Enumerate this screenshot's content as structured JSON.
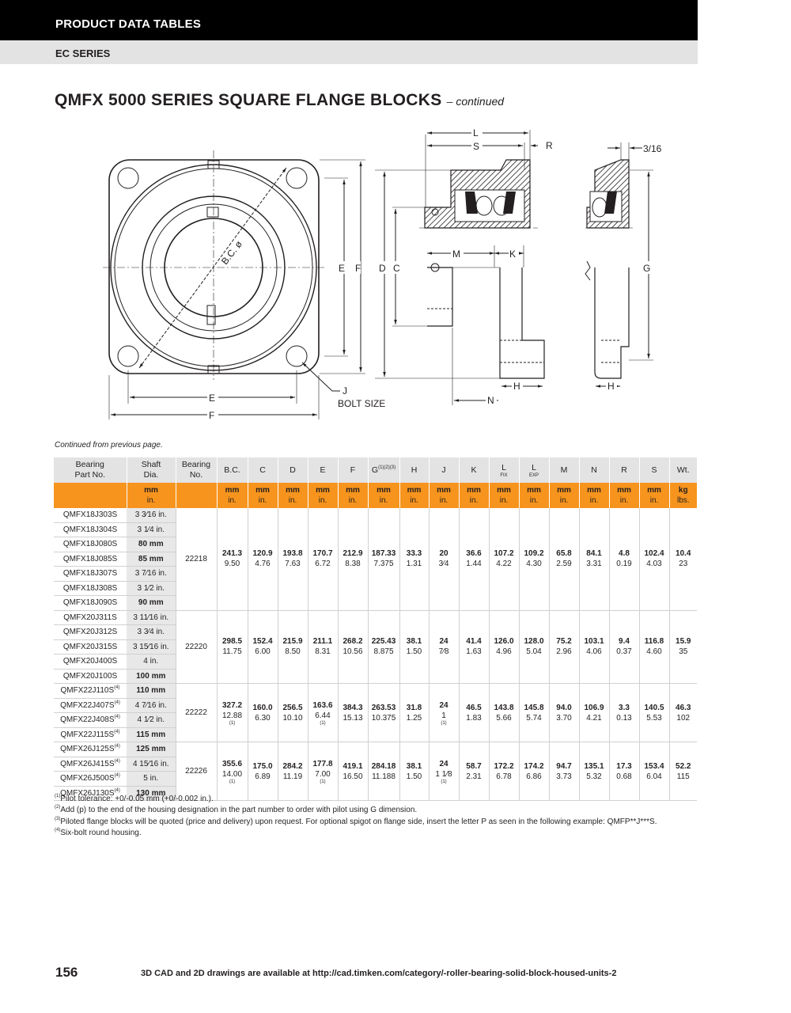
{
  "header": {
    "title": "PRODUCT DATA TABLES",
    "subtitle": "EC SERIES"
  },
  "page_title": {
    "main": "QMFX 5000 SERIES SQUARE FLANGE BLOCKS",
    "continued": "– continued"
  },
  "diagram_labels": {
    "bc": "B.C. ø",
    "e": "E",
    "f": "F",
    "j": "J",
    "bolt_size": "BOLT SIZE",
    "c": "C",
    "d": "D",
    "g": "G",
    "h": "H",
    "k": "K",
    "l": "L",
    "m": "M",
    "n": "N",
    "r": "R",
    "s": "S",
    "t316": "3/16"
  },
  "continued_note": "Continued from previous page.",
  "table": {
    "head": {
      "part": [
        "Bearing",
        "Part No."
      ],
      "shaft": [
        "Shaft",
        "Dia."
      ],
      "bearing": [
        "Bearing",
        "No."
      ],
      "bc": "B.C.",
      "c": "C",
      "d": "D",
      "e": "E",
      "f": "F",
      "g": "G",
      "g_sup": "(1)(2)(3)",
      "h": "H",
      "j": "J",
      "k": "K",
      "l": "L",
      "l_fix_sub": "FIX",
      "l_exp_sub": "EXP",
      "m": "M",
      "n": "N",
      "r": "R",
      "s": "S",
      "wt": "Wt."
    },
    "units": {
      "mm": "mm",
      "in": "in.",
      "kg": "kg",
      "lbs": "lbs."
    },
    "groups": [
      {
        "bearing_no": "22218",
        "rows": [
          {
            "part": "QMFX18J303S",
            "shaft": "3 3⁄16 in.",
            "bold": false
          },
          {
            "part": "QMFX18J304S",
            "shaft": "3 1⁄4 in.",
            "bold": false
          },
          {
            "part": "QMFX18J080S",
            "shaft": "80 mm",
            "bold": true
          },
          {
            "part": "QMFX18J085S",
            "shaft": "85 mm",
            "bold": true
          },
          {
            "part": "QMFX18J307S",
            "shaft": "3 7⁄16 in.",
            "bold": false
          },
          {
            "part": "QMFX18J308S",
            "shaft": "3 1⁄2 in.",
            "bold": false
          },
          {
            "part": "QMFX18J090S",
            "shaft": "90 mm",
            "bold": true
          }
        ],
        "vals": [
          [
            "241.3",
            "9.50"
          ],
          [
            "120.9",
            "4.76"
          ],
          [
            "193.8",
            "7.63"
          ],
          [
            "170.7",
            "6.72"
          ],
          [
            "212.9",
            "8.38"
          ],
          [
            "187.33",
            "7.375"
          ],
          [
            "33.3",
            "1.31"
          ],
          [
            "20",
            "3⁄4"
          ],
          [
            "36.6",
            "1.44"
          ],
          [
            "107.2",
            "4.22"
          ],
          [
            "109.2",
            "4.30"
          ],
          [
            "65.8",
            "2.59"
          ],
          [
            "84.1",
            "3.31"
          ],
          [
            "4.8",
            "0.19"
          ],
          [
            "102.4",
            "4.03"
          ],
          [
            "10.4",
            "23"
          ]
        ]
      },
      {
        "bearing_no": "22220",
        "rows": [
          {
            "part": "QMFX20J311S",
            "shaft": "3 11⁄16 in.",
            "bold": false
          },
          {
            "part": "QMFX20J312S",
            "shaft": "3 3⁄4 in.",
            "bold": false
          },
          {
            "part": "QMFX20J315S",
            "shaft": "3 15⁄16 in.",
            "bold": false
          },
          {
            "part": "QMFX20J400S",
            "shaft": "4 in.",
            "bold": false
          },
          {
            "part": "QMFX20J100S",
            "shaft": "100 mm",
            "bold": true
          }
        ],
        "vals": [
          [
            "298.5",
            "11.75"
          ],
          [
            "152.4",
            "6.00"
          ],
          [
            "215.9",
            "8.50"
          ],
          [
            "211.1",
            "8.31"
          ],
          [
            "268.2",
            "10.56"
          ],
          [
            "225.43",
            "8.875"
          ],
          [
            "38.1",
            "1.50"
          ],
          [
            "24",
            "7⁄8"
          ],
          [
            "41.4",
            "1.63"
          ],
          [
            "126.0",
            "4.96"
          ],
          [
            "128.0",
            "5.04"
          ],
          [
            "75.2",
            "2.96"
          ],
          [
            "103.1",
            "4.06"
          ],
          [
            "9.4",
            "0.37"
          ],
          [
            "116.8",
            "4.60"
          ],
          [
            "15.9",
            "35"
          ]
        ]
      },
      {
        "bearing_no": "22222",
        "rows": [
          {
            "part": "QMFX22J110S",
            "sup": "(4)",
            "shaft": "110 mm",
            "bold": true
          },
          {
            "part": "QMFX22J407S",
            "sup": "(4)",
            "shaft": "4 7⁄16 in.",
            "bold": false
          },
          {
            "part": "QMFX22J408S",
            "sup": "(4)",
            "shaft": "4 1⁄2 in.",
            "bold": false
          },
          {
            "part": "QMFX22J115S",
            "sup": "(4)",
            "shaft": "115 mm",
            "bold": true
          }
        ],
        "vals": [
          [
            "327.2",
            "12.88(1)"
          ],
          [
            "160.0",
            "6.30"
          ],
          [
            "256.5",
            "10.10"
          ],
          [
            "163.6",
            "6.44(1)"
          ],
          [
            "384.3",
            "15.13"
          ],
          [
            "263.53",
            "10.375"
          ],
          [
            "31.8",
            "1.25"
          ],
          [
            "24",
            "1(1)"
          ],
          [
            "46.5",
            "1.83"
          ],
          [
            "143.8",
            "5.66"
          ],
          [
            "145.8",
            "5.74"
          ],
          [
            "94.0",
            "3.70"
          ],
          [
            "106.9",
            "4.21"
          ],
          [
            "3.3",
            "0.13"
          ],
          [
            "140.5",
            "5.53"
          ],
          [
            "46.3",
            "102"
          ]
        ]
      },
      {
        "bearing_no": "22226",
        "rows": [
          {
            "part": "QMFX26J125S",
            "sup": "(4)",
            "shaft": "125 mm",
            "bold": true
          },
          {
            "part": "QMFX26J415S",
            "sup": "(4)",
            "shaft": "4 15⁄16 in.",
            "bold": false
          },
          {
            "part": "QMFX26J500S",
            "sup": "(4)",
            "shaft": "5 in.",
            "bold": false
          },
          {
            "part": "QMFX26J130S",
            "sup": "(4)",
            "shaft": "130 mm",
            "bold": true
          }
        ],
        "vals": [
          [
            "355.6",
            "14.00(1)"
          ],
          [
            "175.0",
            "6.89"
          ],
          [
            "284.2",
            "11.19"
          ],
          [
            "177.8",
            "7.00(1)"
          ],
          [
            "419.1",
            "16.50"
          ],
          [
            "284.18",
            "11.188"
          ],
          [
            "38.1",
            "1.50"
          ],
          [
            "24",
            "1 1⁄8(1)"
          ],
          [
            "58.7",
            "2.31"
          ],
          [
            "172.2",
            "6.78"
          ],
          [
            "174.2",
            "6.86"
          ],
          [
            "94.7",
            "3.73"
          ],
          [
            "135.1",
            "5.32"
          ],
          [
            "17.3",
            "0.68"
          ],
          [
            "153.4",
            "6.04"
          ],
          [
            "52.2",
            "115"
          ]
        ]
      }
    ]
  },
  "footnotes": [
    {
      "sup": "(1)",
      "text": "Pilot tolerance: +0/-0.05 mm (+0/-0.002 in.)."
    },
    {
      "sup": "(2)",
      "text": "Add (p) to the end of the housing designation in the part number to order with pilot using G dimension."
    },
    {
      "sup": "(3)",
      "text": "Piloted flange blocks will be quoted (price and delivery) upon request. For optional spigot on flange side, insert the letter P as seen in the following example: QMFP**J***S."
    },
    {
      "sup": "(4)",
      "text": "Six-bolt round housing."
    }
  ],
  "footer": {
    "page_number": "156",
    "text": "3D CAD and 2D drawings are available at http://cad.timken.com/category/-roller-bearing-solid-block-housed-units-2"
  },
  "colors": {
    "header_bg": "#000000",
    "subheader_bg": "#e3e3e3",
    "units_row": "#f7941d",
    "hatch": "#231f20"
  }
}
